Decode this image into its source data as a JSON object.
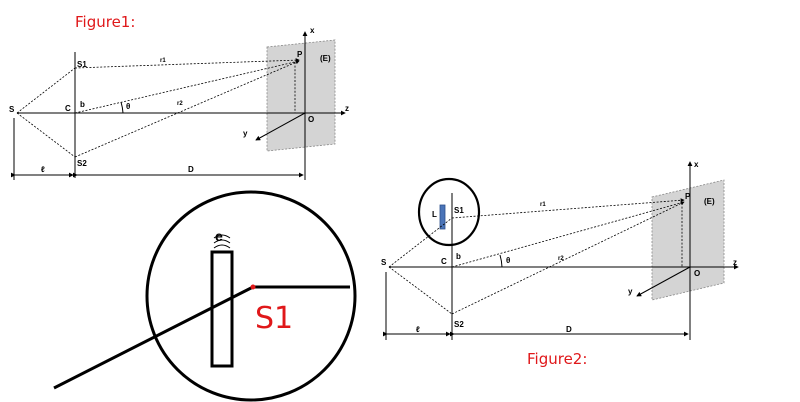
{
  "figure1": {
    "caption": "Figure1:",
    "labels": {
      "S": "S",
      "S1": "S1",
      "S2": "S2",
      "C": "C",
      "b": "b",
      "r1": "r1",
      "r2": "r2",
      "theta": "θ",
      "P": "P",
      "E": "(E)",
      "x": "x",
      "y": "y",
      "z": "z",
      "O": "O",
      "l": "ℓ",
      "D": "D"
    }
  },
  "figure2": {
    "caption": "Figure2:",
    "labels": {
      "S": "S",
      "S1": "S1",
      "S2": "S2",
      "C": "C",
      "b": "b",
      "L": "L",
      "r1": "r1",
      "r2": "r2",
      "theta": "θ",
      "P": "P",
      "E": "(E)",
      "x": "x",
      "y": "y",
      "z": "z",
      "O": "O",
      "l": "ℓ",
      "D": "D"
    }
  },
  "zoom": {
    "label_top": "e",
    "label_s1": "S1"
  },
  "colors": {
    "caption": "#e0181a",
    "screen": "#d4d4d4",
    "plate": "#4a74b8"
  }
}
